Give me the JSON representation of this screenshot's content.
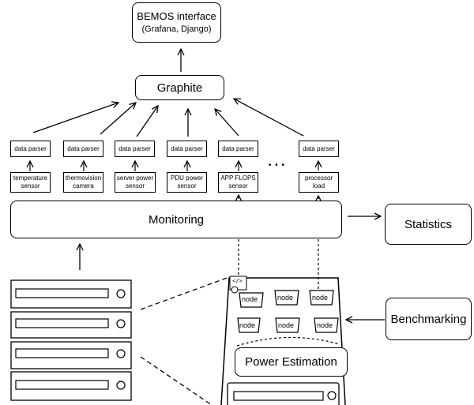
{
  "top_box": {
    "line1": "BEMOS interface",
    "line2": "(Grafana, Django)"
  },
  "graphite": "Graphite",
  "parsers": [
    "data parser",
    "data parser",
    "data parser",
    "data parser",
    "data parser",
    "data parser"
  ],
  "sensors": [
    {
      "line1": "temperature",
      "line2": "sensor"
    },
    {
      "line1": "thermovision",
      "line2": "camera"
    },
    {
      "line1": "server power",
      "line2": "sensor"
    },
    {
      "line1": "PDU power",
      "line2": "sensor"
    },
    {
      "line1": "APP FLOPS",
      "line2": "sensor"
    },
    {
      "line1": "processor",
      "line2": "load"
    }
  ],
  "ellipsis": "• • •",
  "monitoring": "Monitoring",
  "statistics": "Statistics",
  "benchmarking": "Benchmarking",
  "power_estimation": "Power Estimation",
  "nodes": [
    "node",
    "node",
    "node",
    "node",
    "node",
    "node"
  ],
  "code_icon_label": "</>"
}
